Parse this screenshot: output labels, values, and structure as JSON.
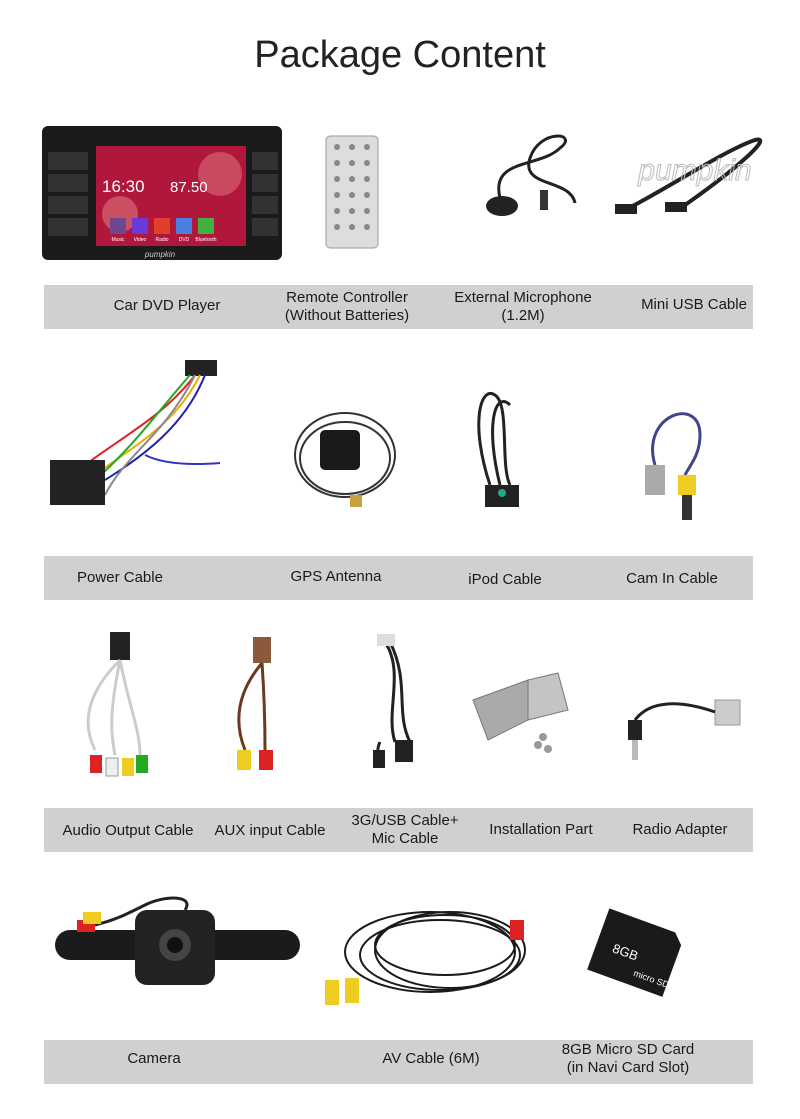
{
  "title": "Package Content",
  "dvd_screen": {
    "clock": "16:30",
    "radio": "87.50",
    "brand": "pumpkin",
    "apps": [
      "Music",
      "Video",
      "Radio",
      "DVD",
      "Bluetooth"
    ]
  },
  "watermark": "pumpkin",
  "sd_card": {
    "capacity": "8GB",
    "type": "micro SD HC"
  },
  "rows": [
    [
      "Car DVD Player",
      "Remote Controller\n(Without Batteries)",
      "External Microphone\n(1.2M)",
      "Mini USB Cable"
    ],
    [
      "Power Cable",
      "GPS Antenna",
      "iPod Cable",
      "Cam In Cable"
    ],
    [
      "Audio Output Cable",
      "AUX input Cable",
      "3G/USB Cable+\nMic Cable",
      "Installation Part",
      "Radio Adapter"
    ],
    [
      "Camera",
      "AV Cable (6M)",
      "8GB Micro SD Card\n(in Navi Card Slot)"
    ]
  ],
  "colors": {
    "label_bar": "#d0d0d0",
    "screen": "#b0173a"
  }
}
